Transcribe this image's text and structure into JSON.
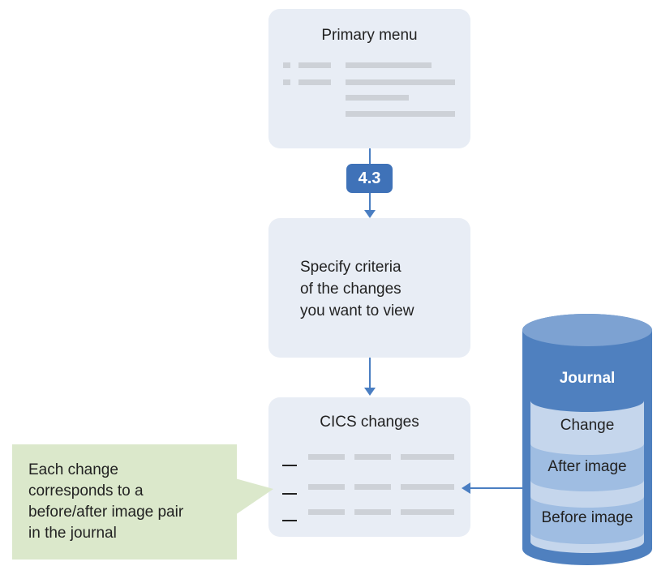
{
  "primary_menu": {
    "title": "Primary menu"
  },
  "step_badge": "4.3",
  "criteria_box": {
    "lines": [
      "Specify criteria",
      "of the changes",
      "you want to view"
    ]
  },
  "cics_box": {
    "title": "CICS changes"
  },
  "note": {
    "lines": [
      "Each change",
      "corresponds to a",
      "before/after image pair",
      "in the journal"
    ]
  },
  "journal": {
    "title": "Journal",
    "change": "Change",
    "after_image": "After image",
    "before_image": "Before image"
  },
  "colors": {
    "box_fill": "#e8edf5",
    "accent_blue": "#3f72b8",
    "note_fill": "#dbe8cb",
    "placeholder_gray": "#cdd1d7"
  }
}
